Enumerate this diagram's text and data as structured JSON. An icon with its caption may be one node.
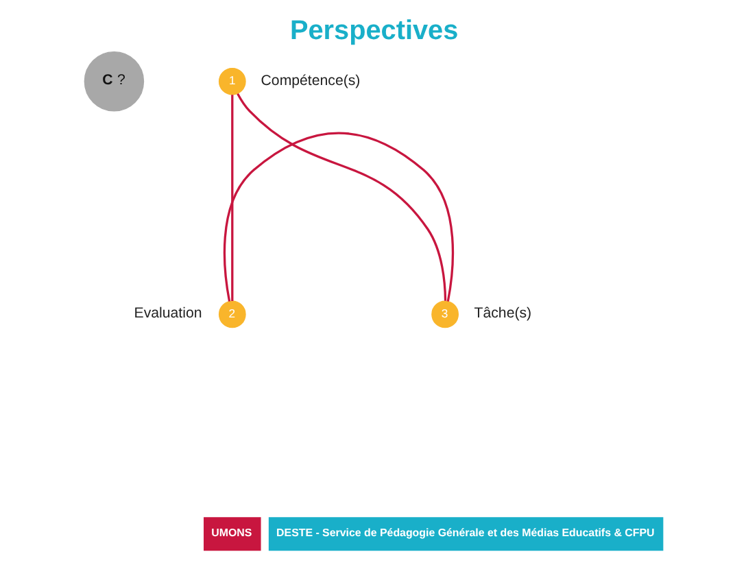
{
  "diagram": {
    "title": "Perspectives",
    "nodes": [
      {
        "text": [
          "**C** ?"
        ]
      },
      {
        "text": [
          "1"
        ],
        "beside": [
          "Compétence(s)"
        ]
      },
      {
        "text": [
          "2"
        ],
        "beside": [
          "Evaluation"
        ]
      },
      {
        "text": [
          "3"
        ],
        "beside": [
          "Tâche(s)"
        ]
      }
    ],
    "edges": [
      {
        "from": 1,
        "to": 2,
        "arrow": "none"
      },
      {
        "from": 2,
        "to": 3,
        "arrow": "none"
      },
      {
        "from": 1,
        "to": 3,
        "arrow": "none"
      }
    ],
    "labels": [
      "UMONS",
      "DESTE - Service de Pédagogie Générale et des Médias Educatifs & CFPU"
    ]
  }
}
